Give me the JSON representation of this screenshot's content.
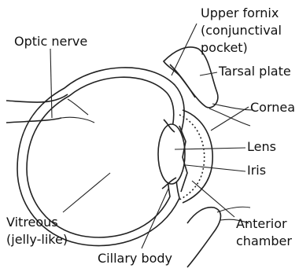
{
  "labels": {
    "upper_fornix": "Upper fornix",
    "upper_fornix_2": "(conjunctival",
    "upper_fornix_3": "pocket)",
    "optic_nerve": "Optic nerve",
    "tarsal_plate": "Tarsal plate",
    "cornea": "Cornea",
    "lens": "Lens",
    "iris": "Iris",
    "vitreous_1": "Vitreous",
    "vitreous_2": "(jelly-like)",
    "anterior_1": "Anterior",
    "anterior_2": "chamber",
    "ciliary_body": "Cillary body"
  }
}
